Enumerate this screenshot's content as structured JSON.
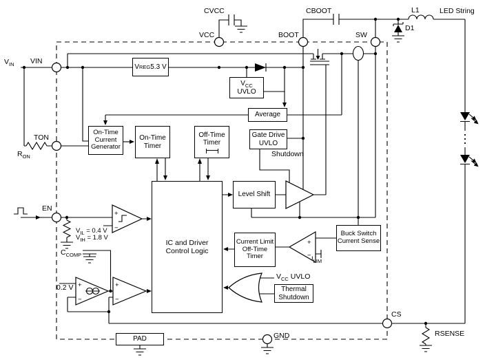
{
  "sym": {
    "plus": "+",
    "minus": "−"
  },
  "pins": {
    "vin": "VIN",
    "ton": "TON",
    "en": "EN",
    "vcc": "VCC",
    "boot": "BOOT",
    "sw": "SW",
    "gnd": "GND",
    "cs": "CS"
  },
  "ext": {
    "vin_b": "V",
    "vin_s": "IN",
    "ron_b": "R",
    "ron_s": "ON",
    "cvcc": "CVCC",
    "cboot": "CBOOT",
    "l1": "L1",
    "d1": "D1",
    "led": "LED String",
    "rsense": "RSENSE"
  },
  "ann": {
    "shutdown": "Shutdown",
    "vil_b": "V",
    "vil_s": "IL",
    "vil_r": " = 0.4 V",
    "vih_b": "V",
    "vih_s": "IH",
    "vih_r": " = 1.8 V",
    "ccomp_b": "C",
    "ccomp_s": "COMP",
    "vref": "0.2 V",
    "ilim_b": "I",
    "ilim_s": "LIM",
    "orvcc_b": "V",
    "orvcc_s": "CC",
    "orvcc_r": " UVLO"
  },
  "blocks": {
    "vreg_b": "V",
    "vreg_s": "REG",
    "vreg_r": " 5.3 V",
    "vccuvlo_b": "V",
    "vccuvlo_s": "CC",
    "vccuvlo_r": "UVLO",
    "average": "Average",
    "gdu": "Gate Drive\nUVLO",
    "otcg": "On-Time\nCurrent\nGenerator",
    "ott": "On-Time\nTimer",
    "oft": "Off-Time\nTimer",
    "logic": "IC and Driver\nControl Logic",
    "ls": "Level Shift",
    "clot": "Current Limit\nOff-Time\nTimer",
    "bscs": "Buck Switch\nCurrent Sense",
    "thermal": "Thermal\nShutdown",
    "pad": "PAD"
  }
}
